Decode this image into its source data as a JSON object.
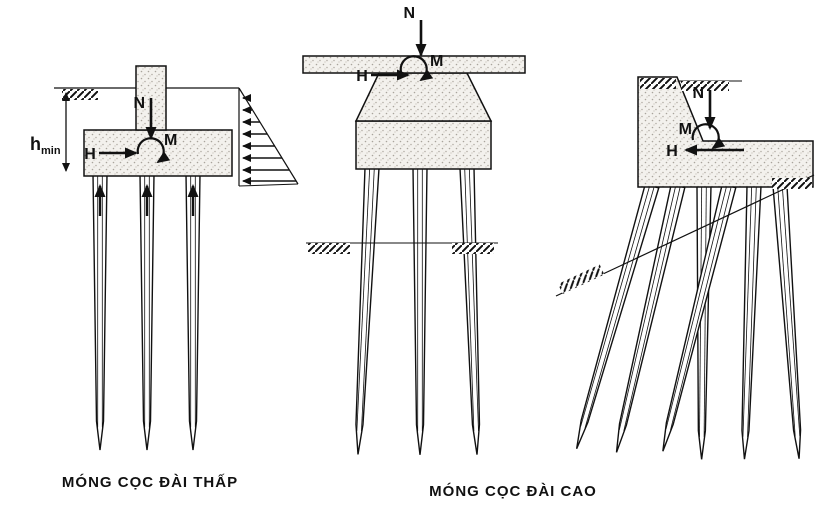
{
  "figure": {
    "captions": {
      "low_cap": "MÓNG CỌC ĐÀI THẤP",
      "high_cap": "MÓNG CỌC ĐÀI CAO"
    },
    "forces": {
      "axial": "N",
      "moment": "M",
      "horizontal": "H"
    },
    "dimension": {
      "symbol": "h",
      "subscript": "min"
    }
  }
}
